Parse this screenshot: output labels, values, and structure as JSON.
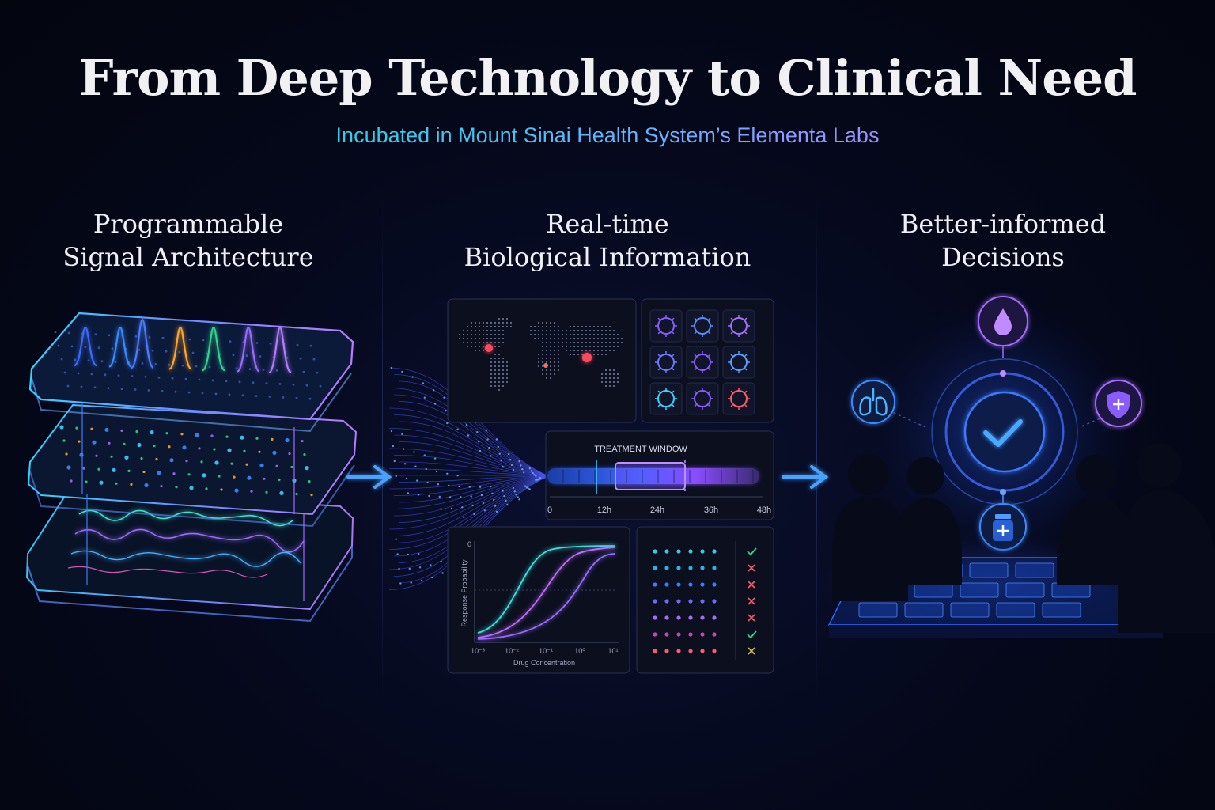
{
  "header": {
    "title": "From Deep Technology to Clinical Need",
    "subtitle": "Incubated in Mount Sinai Health System’s Elementa Labs"
  },
  "columns": [
    {
      "title_line1": "Programmable",
      "title_line2": "Signal Architecture"
    },
    {
      "title_line1": "Real-time",
      "title_line2": "Biological Information"
    },
    {
      "title_line1": "Better-informed",
      "title_line2": "Decisions"
    }
  ],
  "timeline": {
    "label": "TREATMENT WINDOW",
    "ticks": [
      "0",
      "12h",
      "24h",
      "36h",
      "48h"
    ]
  },
  "dose_response": {
    "ylabel": "Response Probability",
    "xlabel": "Drug Concentration",
    "y_top_label": "0",
    "x_ticks": [
      "10⁻³",
      "10⁻²",
      "10⁻¹",
      "10⁰",
      "10¹"
    ]
  },
  "matrix_results": [
    "pass",
    "fail",
    "fail",
    "fail",
    "fail",
    "pass",
    "partial"
  ],
  "icons": {
    "top": "droplet-icon",
    "left": "lungs-icon",
    "right": "shield-plus-icon",
    "center": "checkmark-icon",
    "bottom": "medicine-bottle-icon"
  },
  "colors": {
    "cyan": "#27d3e6",
    "blue": "#3d7bff",
    "purple": "#a46bff",
    "orange": "#ffa52a",
    "green": "#2fd58a",
    "red": "#ff5a6a"
  }
}
